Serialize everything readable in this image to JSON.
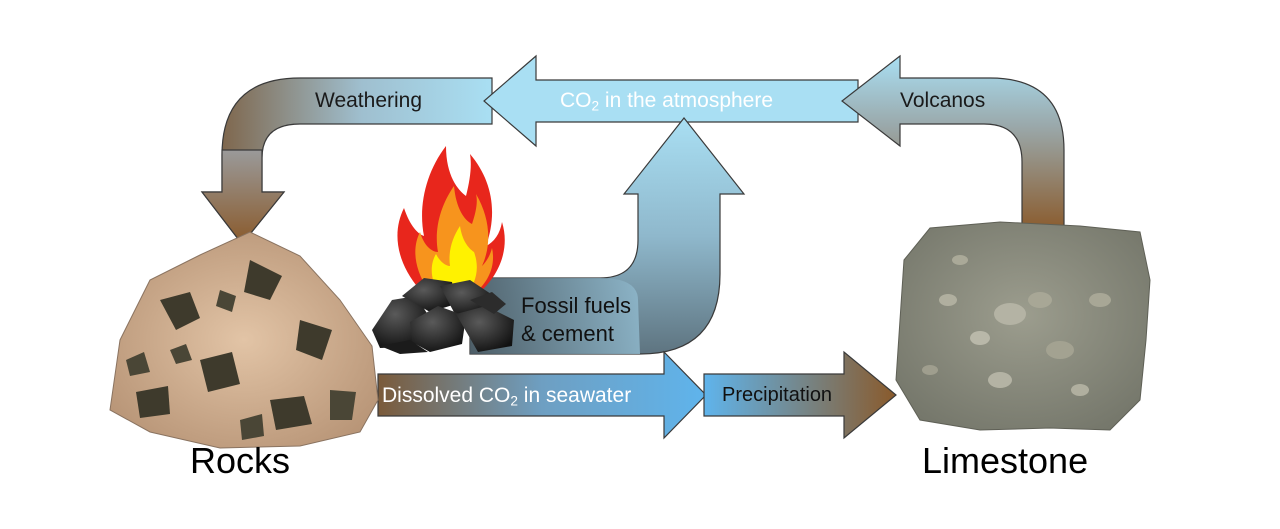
{
  "labels": {
    "weathering": "Weathering",
    "atmosphere_prefix": "CO",
    "atmosphere_subscript": "2",
    "atmosphere_suffix": " in the atmosphere",
    "volcanos": "Volcanos",
    "fossil_line1": "Fossil fuels",
    "fossil_line2": "& cement",
    "dissolved_prefix": "Dissolved CO",
    "dissolved_subscript": "2",
    "dissolved_suffix": " in seawater",
    "precipitation": "Precipitation",
    "rocks": "Rocks",
    "limestone": "Limestone"
  },
  "colors": {
    "arrow_light_blue": "#a9dff3",
    "arrow_blue": "#5fb4ec",
    "arrow_brown": "#8a5a2b",
    "arrow_outline": "#3a3a3a",
    "rock_pink": "#d8b79a",
    "rock_dark": "#3e3a2c",
    "limestone_gray": "#8e8f80",
    "coal": "#1b1b1b",
    "flame_red": "#e8261c",
    "flame_orange": "#f7941d",
    "flame_yellow": "#fff200"
  }
}
